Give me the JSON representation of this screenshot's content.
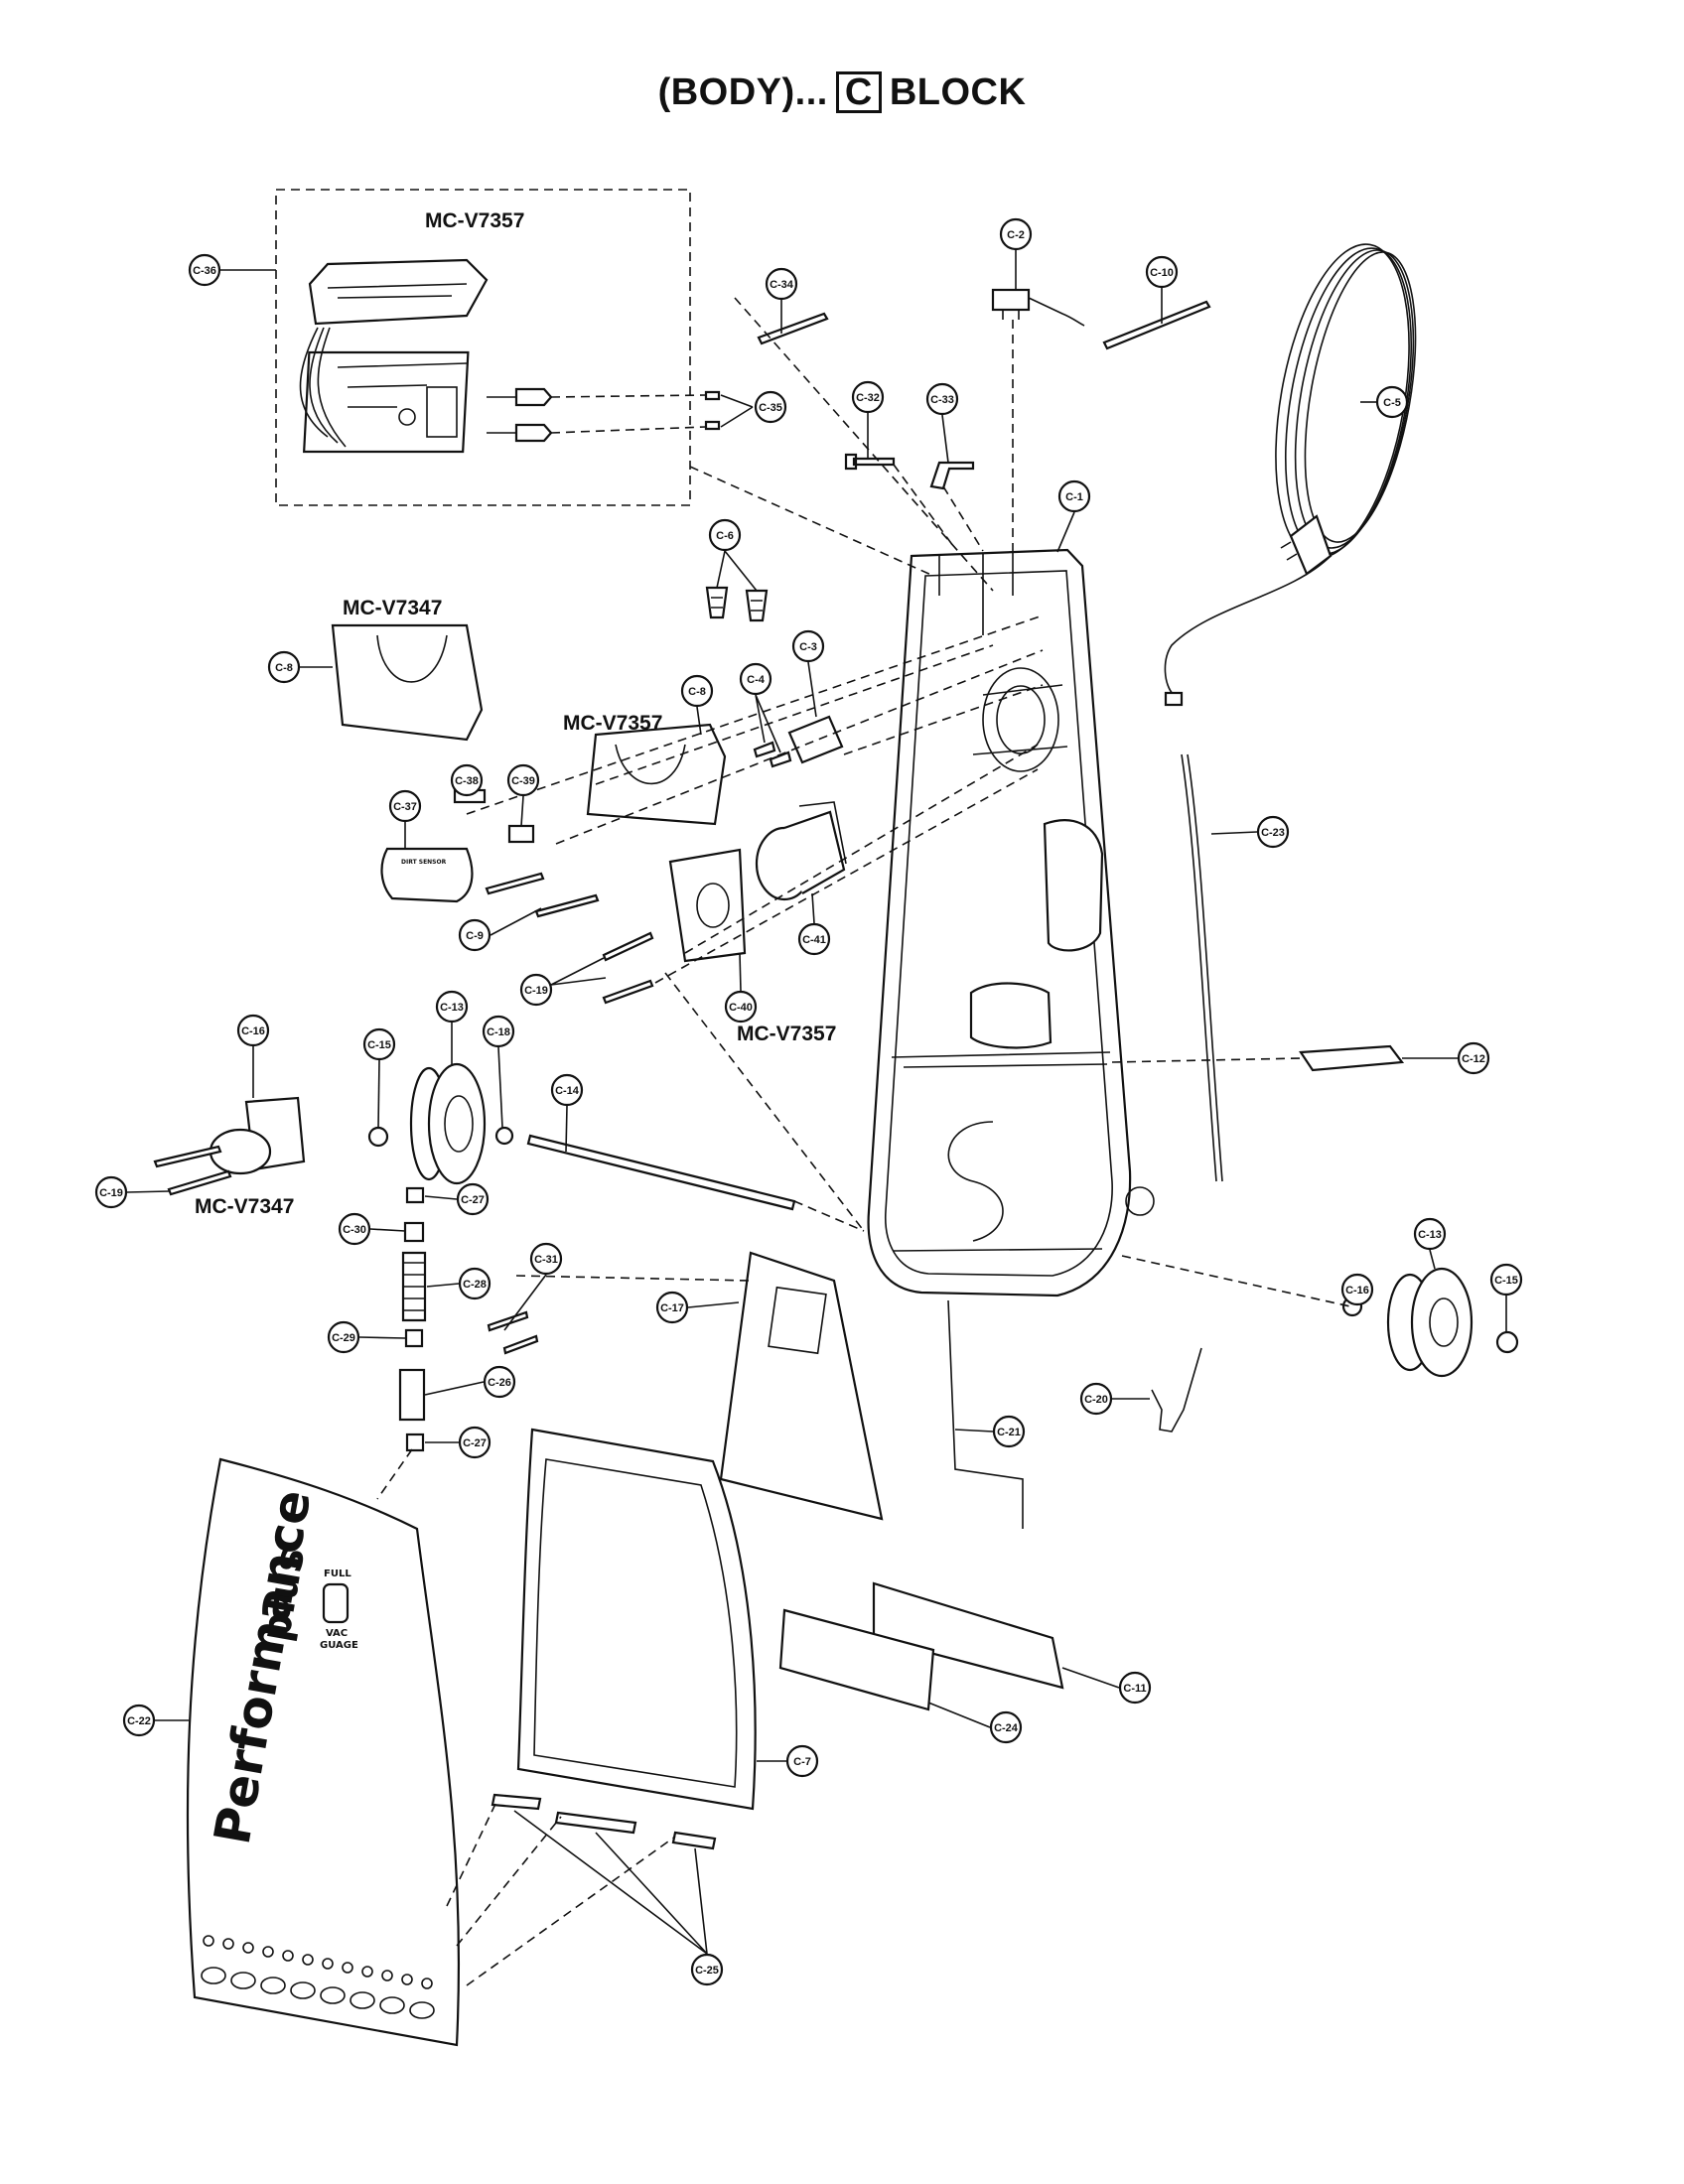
{
  "header": {
    "prefix": "(BODY)...",
    "block_letter": "C",
    "suffix": "BLOCK"
  },
  "models": {
    "top_group": "MC-V7357",
    "left_cover": "MC-V7347",
    "middle_cover": "MC-V7357",
    "bracket": "MC-V7357",
    "roller_bracket": "MC-V7347"
  },
  "cover_panel": {
    "brand_line1": "Performance",
    "brand_line2": "plus",
    "indicator_top": "FULL",
    "indicator_bottom_1": "VAC",
    "indicator_bottom_2": "GUAGE"
  },
  "sensor_plate": {
    "label": "DIRT SENSOR"
  },
  "callouts": [
    "C-36",
    "C-34",
    "C-2",
    "C-10",
    "C-5",
    "C-35",
    "C-32",
    "C-33",
    "C-1",
    "C-6",
    "C-8",
    "C-3",
    "C-4",
    "C-8",
    "C-39",
    "C-38",
    "C-37",
    "C-9",
    "C-41",
    "C-19",
    "C-40",
    "C-23",
    "C-16",
    "C-15",
    "C-13",
    "C-18",
    "C-14",
    "C-12",
    "C-19",
    "C-27",
    "C-30",
    "C-28",
    "C-31",
    "C-29",
    "C-26",
    "C-27",
    "C-17",
    "C-16",
    "C-13",
    "C-15",
    "C-20",
    "C-21",
    "C-22",
    "C-11",
    "C-24",
    "C-7",
    "C-25"
  ]
}
